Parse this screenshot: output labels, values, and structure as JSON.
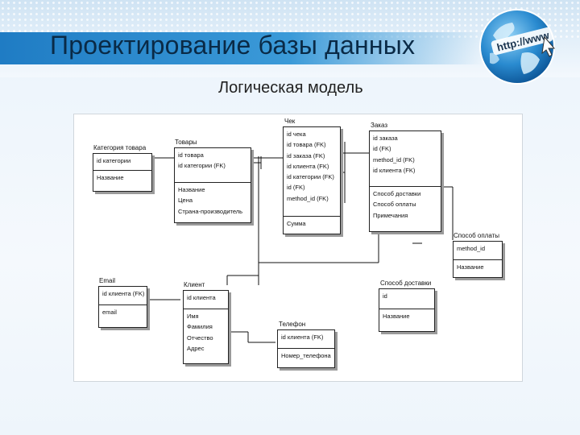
{
  "slide": {
    "title": "Проектирование базы данных",
    "subtitle": "Логическая модель"
  },
  "logo": {
    "text": "http://www",
    "icon": "globe-icon"
  },
  "entities": {
    "category": {
      "name": "Категория товара",
      "keys": [
        "id категории"
      ],
      "attrs": [
        "Название"
      ]
    },
    "product": {
      "name": "Товары",
      "keys": [
        "id товара",
        "id категории (FK)"
      ],
      "attrs": [
        "Название",
        "Цена",
        "Страна-производитель"
      ]
    },
    "check": {
      "name": "Чек",
      "keys": [
        "id чека",
        "id товара (FK)",
        "id заказа (FK)",
        "id клиента (FK)",
        "id категории (FK)",
        "id (FK)",
        "method_id (FK)"
      ],
      "attrs": [
        "Сумма"
      ]
    },
    "order": {
      "name": "Заказ",
      "keys": [
        "id заказа",
        "id (FK)",
        "method_id (FK)",
        "id клиента (FK)"
      ],
      "attrs": [
        "Способ доставки",
        "Способ оплаты",
        "Примечания"
      ]
    },
    "payment": {
      "name": "Способ оплаты",
      "keys": [
        "method_id"
      ],
      "attrs": [
        "Название"
      ]
    },
    "email": {
      "name": "Email",
      "keys": [
        "id клиента (FK)"
      ],
      "attrs": [
        "email"
      ]
    },
    "client": {
      "name": "Клиент",
      "keys": [
        "id клиента"
      ],
      "attrs": [
        "Имя",
        "Фамилия",
        "Отчество",
        "Адрес"
      ]
    },
    "delivery": {
      "name": "Способ доставки",
      "keys": [
        "id"
      ],
      "attrs": [
        "Название"
      ]
    },
    "phone": {
      "name": "Телефон",
      "keys": [
        "id клиента (FK)"
      ],
      "attrs": [
        "Номер_телефона"
      ]
    }
  }
}
